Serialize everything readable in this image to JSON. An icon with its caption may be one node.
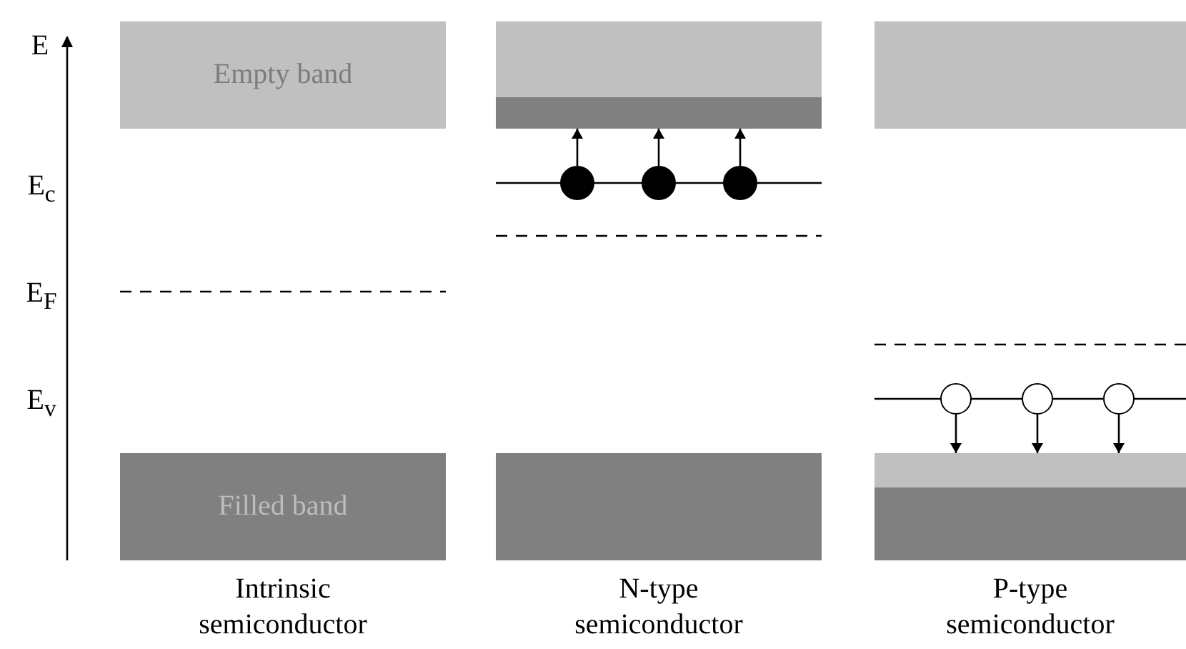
{
  "diagram": {
    "nodes": [
      {
        "text": [
          "Empty band"
        ]
      },
      {
        "text": [
          "Filled band"
        ]
      },
      {
        "text": [],
        "shape": "box"
      },
      {
        "text": [],
        "shape": "box",
        "in": 2
      },
      {
        "text": [],
        "shape": "box"
      },
      {
        "text": [],
        "shape": "box"
      },
      {
        "text": [],
        "shape": "box"
      },
      {
        "text": [],
        "shape": "box",
        "in": 6
      },
      {
        "text": [],
        "shape": "circle"
      },
      {
        "text": [],
        "shape": "circle"
      },
      {
        "text": [],
        "shape": "circle"
      },
      {
        "text": [],
        "shape": "circle"
      },
      {
        "text": [],
        "shape": "circle"
      },
      {
        "text": [],
        "shape": "circle"
      }
    ],
    "edges": [
      {
        "from": 8,
        "to": 3,
        "arrow": "to"
      },
      {
        "from": 9,
        "to": 3,
        "arrow": "to"
      },
      {
        "from": 10,
        "to": 3,
        "arrow": "to"
      },
      {
        "from": 11,
        "to": 7,
        "arrow": "to"
      },
      {
        "from": 12,
        "to": 7,
        "arrow": "to"
      },
      {
        "from": 13,
        "to": 7,
        "arrow": "to"
      }
    ],
    "labels": [
      "E",
      "E$_{c}$",
      "E$_{F}$",
      "E$_{v}$",
      "Intrinsic semiconductor",
      "N-type semiconductor",
      "P-type semiconductor"
    ]
  }
}
